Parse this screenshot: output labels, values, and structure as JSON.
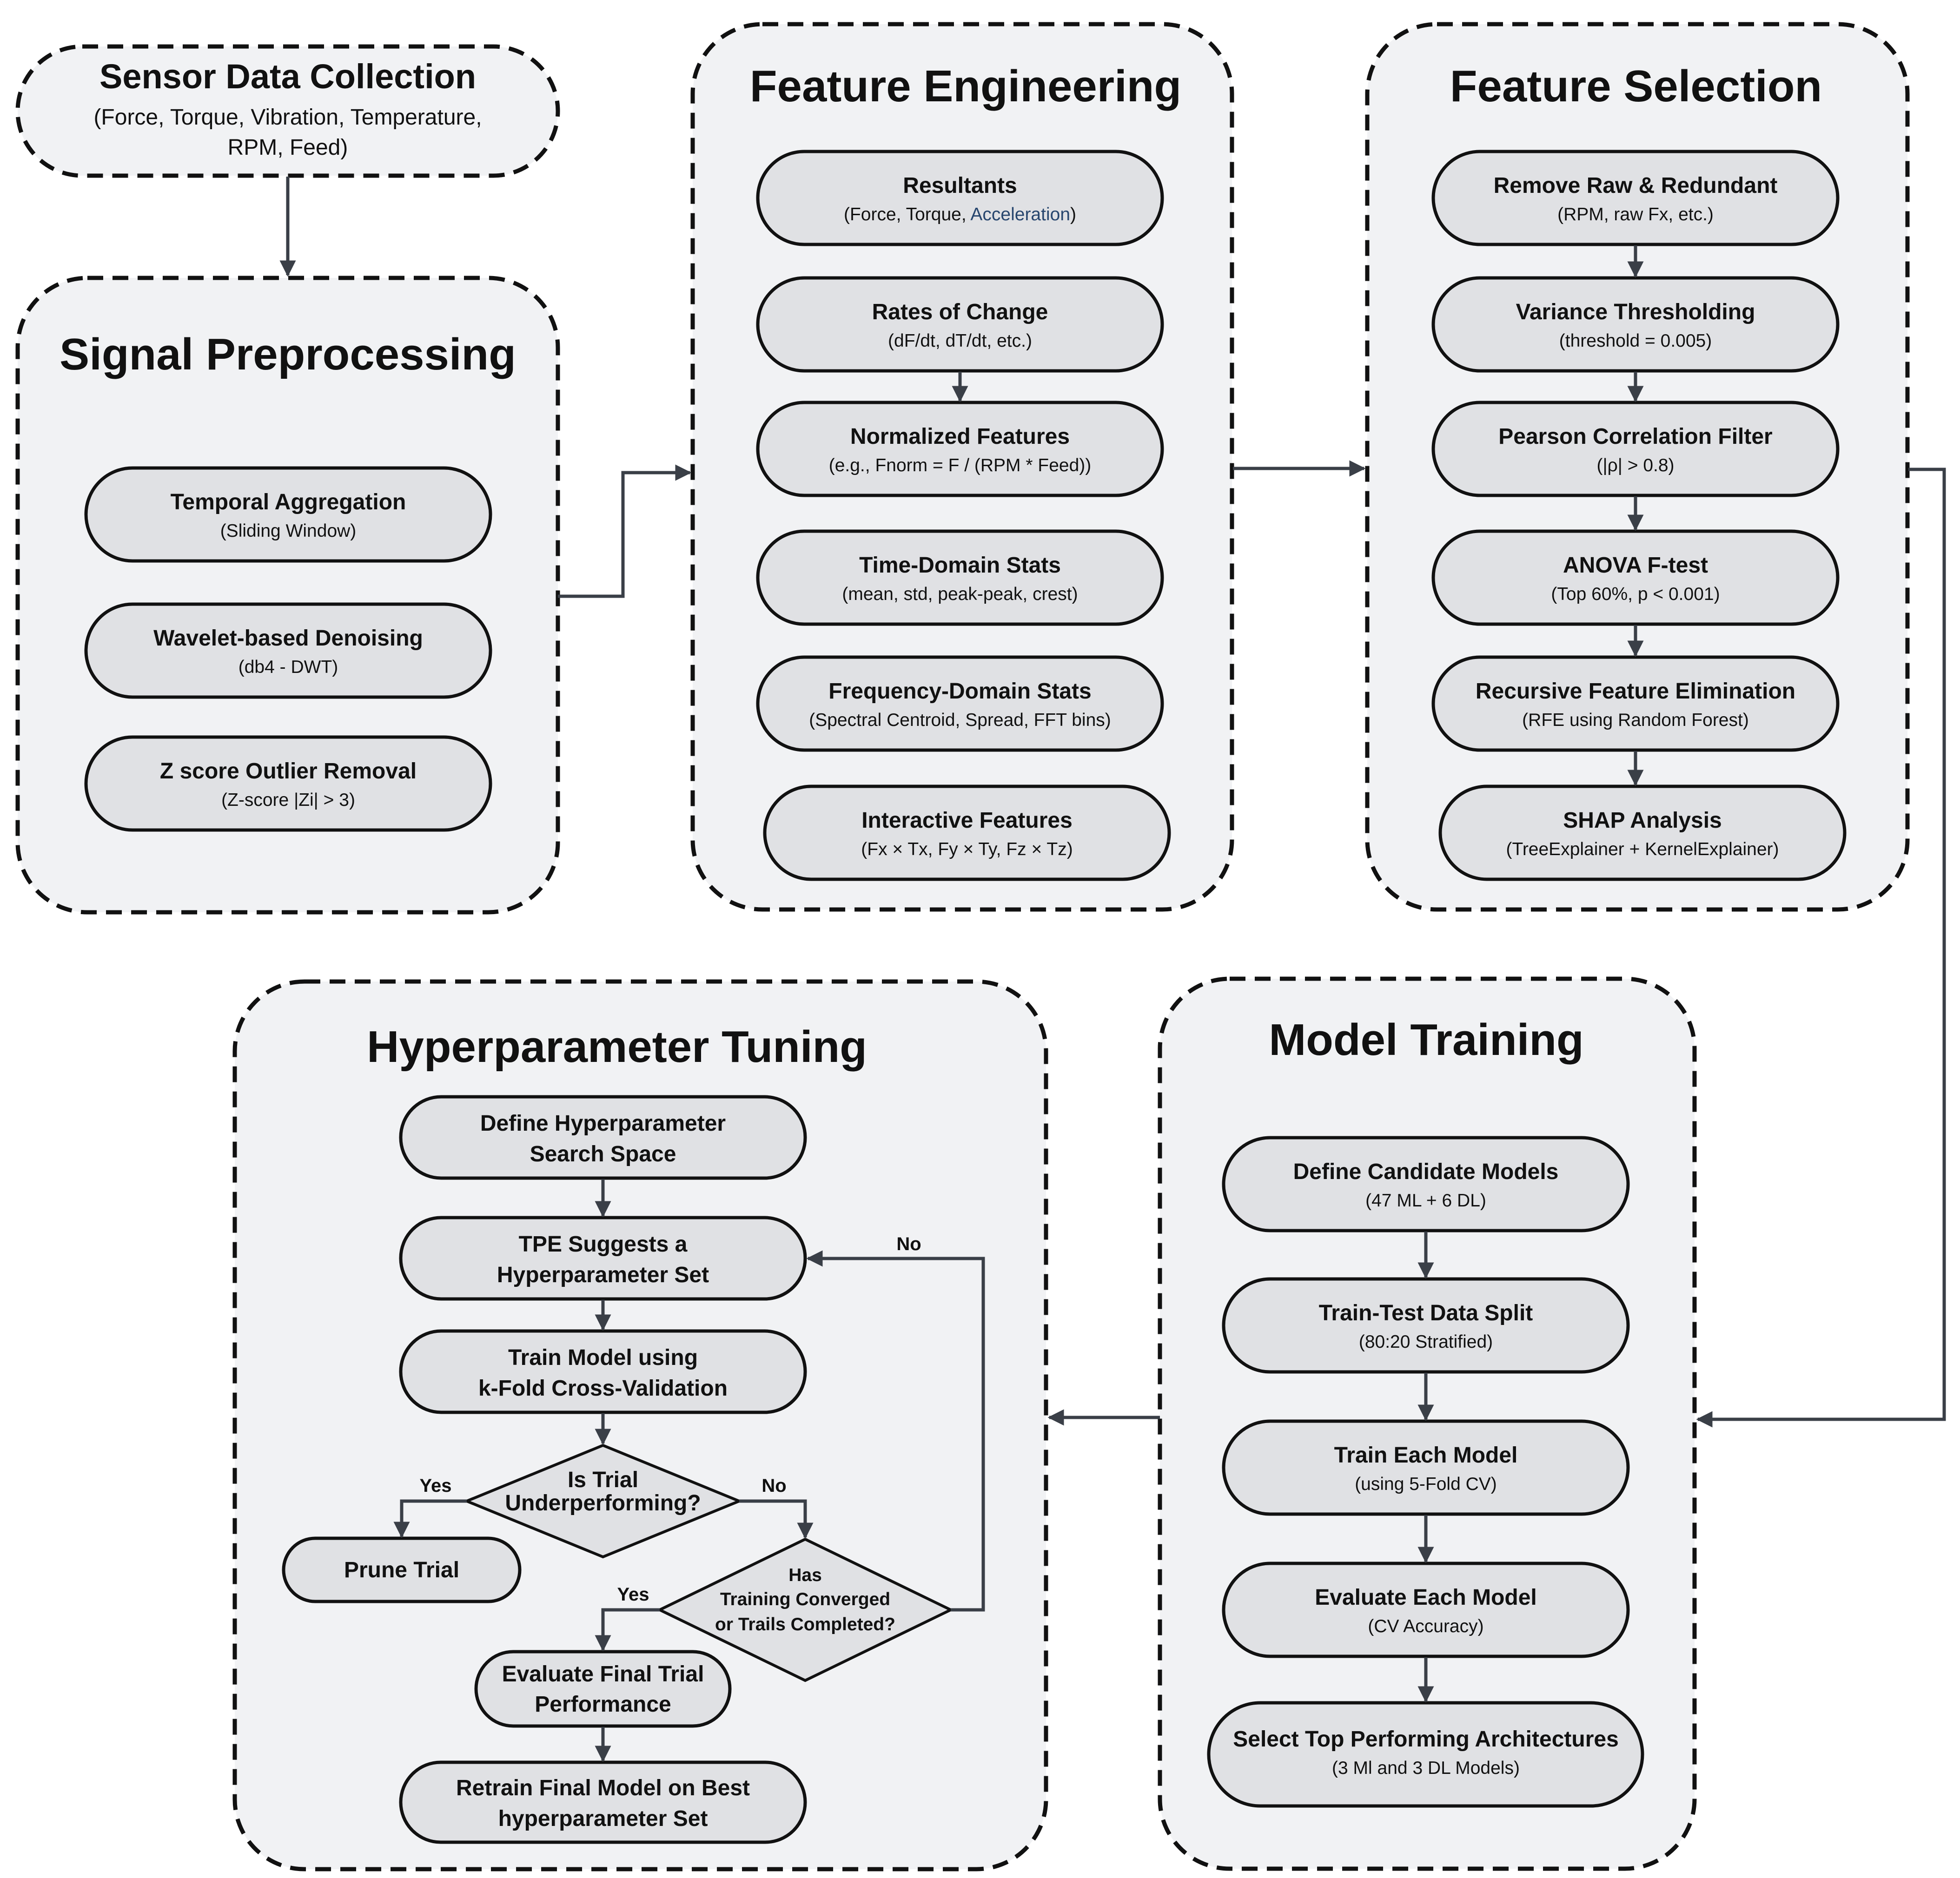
{
  "groups": {
    "sensor": {
      "title": "Sensor Data Collection",
      "subtitle_line1": "(Force, Torque, Vibration, Temperature,",
      "subtitle_line2": "RPM, Feed)"
    },
    "preprocessing": {
      "title": "Signal Preprocessing"
    },
    "feature_engineering": {
      "title": "Feature Engineering"
    },
    "feature_selection": {
      "title": "Feature Selection"
    },
    "hyperparameter_tuning": {
      "title": "Hyperparameter Tuning"
    },
    "model_training": {
      "title": "Model Training"
    }
  },
  "preprocessing_steps": [
    {
      "title": "Temporal Aggregation",
      "sub": "(Sliding Window)"
    },
    {
      "title": "Wavelet-based Denoising",
      "sub": "(db4 - DWT)"
    },
    {
      "title": "Z score Outlier Removal",
      "sub": "(Z-score |Zi| > 3)"
    }
  ],
  "engineering_steps": [
    {
      "title": "Resultants",
      "sub_a": "(Force, Torque, ",
      "sub_b": "Acceleration",
      "sub_c": ")"
    },
    {
      "title": "Rates of Change",
      "sub": "(dF/dt, dT/dt, etc.)"
    },
    {
      "title": "Normalized Features",
      "sub": "(e.g., Fnorm = F / (RPM * Feed))"
    },
    {
      "title": "Time-Domain Stats",
      "sub": "(mean, std,  peak-peak, crest)"
    },
    {
      "title": "Frequency-Domain Stats",
      "sub": "(Spectral Centroid, Spread, FFT bins)"
    },
    {
      "title": "Interactive Features",
      "sub": "(Fx × Tx, Fy × Ty, Fz × Tz)"
    }
  ],
  "selection_steps": [
    {
      "title": "Remove Raw & Redundant",
      "sub": "(RPM, raw Fx, etc.)"
    },
    {
      "title": "Variance Thresholding",
      "sub": "(threshold = 0.005)"
    },
    {
      "title": "Pearson Correlation Filter",
      "sub": "(|ρ| > 0.8)"
    },
    {
      "title": "ANOVA F-test",
      "sub": "(Top 60%, p < 0.001)"
    },
    {
      "title": "Recursive Feature Elimination",
      "sub": "(RFE using Random Forest)"
    },
    {
      "title": "SHAP Analysis",
      "sub": "(TreeExplainer + KernelExplainer)"
    }
  ],
  "training_steps": [
    {
      "title": "Define Candidate Models",
      "sub": "(47 ML + 6 DL)"
    },
    {
      "title": "Train-Test Data Split",
      "sub": "(80:20 Stratified)"
    },
    {
      "title": "Train Each Model",
      "sub": "(using 5-Fold CV)"
    },
    {
      "title": "Evaluate Each Model",
      "sub": "(CV Accuracy)"
    },
    {
      "title": "Select Top Performing Architectures",
      "sub": "(3 Ml and 3 DL Models)"
    }
  ],
  "tuning": {
    "define_space": {
      "line1": "Define Hyperparameter",
      "line2": "Search Space"
    },
    "tpe": {
      "line1": "TPE Suggests a",
      "line2": "Hyperparameter Set"
    },
    "train_kfold": {
      "line1": "Train Model using",
      "line2": "k-Fold Cross-Validation"
    },
    "underperforming": {
      "line1": "Is Trial",
      "line2": "Underperforming?"
    },
    "prune": "Prune Trial",
    "converged": {
      "line1": "Has",
      "line2": "Training Converged",
      "line3": "or Trails Completed?"
    },
    "evaluate_final": {
      "line1": "Evaluate Final Trial",
      "line2": "Performance"
    },
    "retrain": {
      "line1": "Retrain Final Model on Best",
      "line2": "hyperparameter Set"
    },
    "labels": {
      "yes1": "Yes",
      "no1": "No",
      "yes2": "Yes",
      "no2": "No"
    }
  },
  "colors": {
    "group_fill": "#f1f2f4",
    "node_fill": "#e0e1e4",
    "border": "#111111",
    "connector": "#3a3f47",
    "accent_text": "#27466e"
  }
}
